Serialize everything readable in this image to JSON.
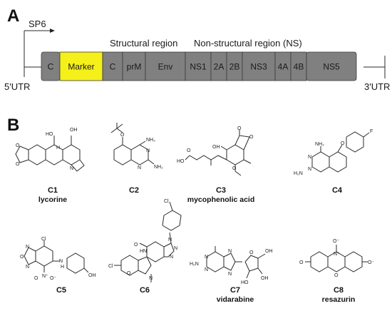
{
  "panels": {
    "a": "A",
    "b": "B"
  },
  "promoter": "SP6",
  "utr5": "5'UTR",
  "utr3": "3'UTR",
  "region_structural": "Structural region",
  "region_nonstructural": "Non-structural region (NS)",
  "segments": [
    {
      "label": "C",
      "color": "#808080"
    },
    {
      "label": "Marker",
      "color": "#f5ef1a"
    },
    {
      "label": "C",
      "color": "#808080"
    },
    {
      "label": "prM",
      "color": "#808080"
    },
    {
      "label": "Env",
      "color": "#808080"
    },
    {
      "label": "NS1",
      "color": "#808080"
    },
    {
      "label": "2A",
      "color": "#808080"
    },
    {
      "label": "2B",
      "color": "#808080"
    },
    {
      "label": "NS3",
      "color": "#808080"
    },
    {
      "label": "4A",
      "color": "#808080"
    },
    {
      "label": "4B",
      "color": "#808080"
    },
    {
      "label": "NS5",
      "color": "#808080"
    }
  ],
  "compounds": [
    {
      "id": "C1",
      "name": "lycorine"
    },
    {
      "id": "C2",
      "name": ""
    },
    {
      "id": "C3",
      "name": "mycophenolic acid"
    },
    {
      "id": "C4",
      "name": ""
    },
    {
      "id": "C5",
      "name": ""
    },
    {
      "id": "C6",
      "name": ""
    },
    {
      "id": "C7",
      "name": "vidarabine"
    },
    {
      "id": "C8",
      "name": "resazurin"
    }
  ],
  "atoms": {
    "c1": [
      "HO",
      "OH",
      "H",
      "O",
      "O",
      "N"
    ],
    "c2": [
      "O",
      "NH₂",
      "N",
      "N",
      "NH₂"
    ],
    "c3": [
      "O",
      "O",
      "OH",
      "HO",
      "O",
      "O"
    ],
    "c4": [
      "F",
      "O",
      "NH₂",
      "N",
      "N",
      "H₂N"
    ],
    "c5": [
      "Cl",
      "O",
      "N",
      "N",
      "N⁺",
      "O",
      "O⁻",
      "N",
      "H",
      "OH"
    ],
    "c6": [
      "Cl",
      "O",
      "HN",
      "N",
      "N",
      "N",
      "Cl",
      "O",
      "N"
    ],
    "c7": [
      "N",
      "N",
      "H₂N",
      "N",
      "N",
      "O",
      "OH",
      "HO",
      "OH"
    ],
    "c8": [
      "O⁻",
      "N⁺",
      "O",
      "O",
      "O⁻"
    ]
  }
}
